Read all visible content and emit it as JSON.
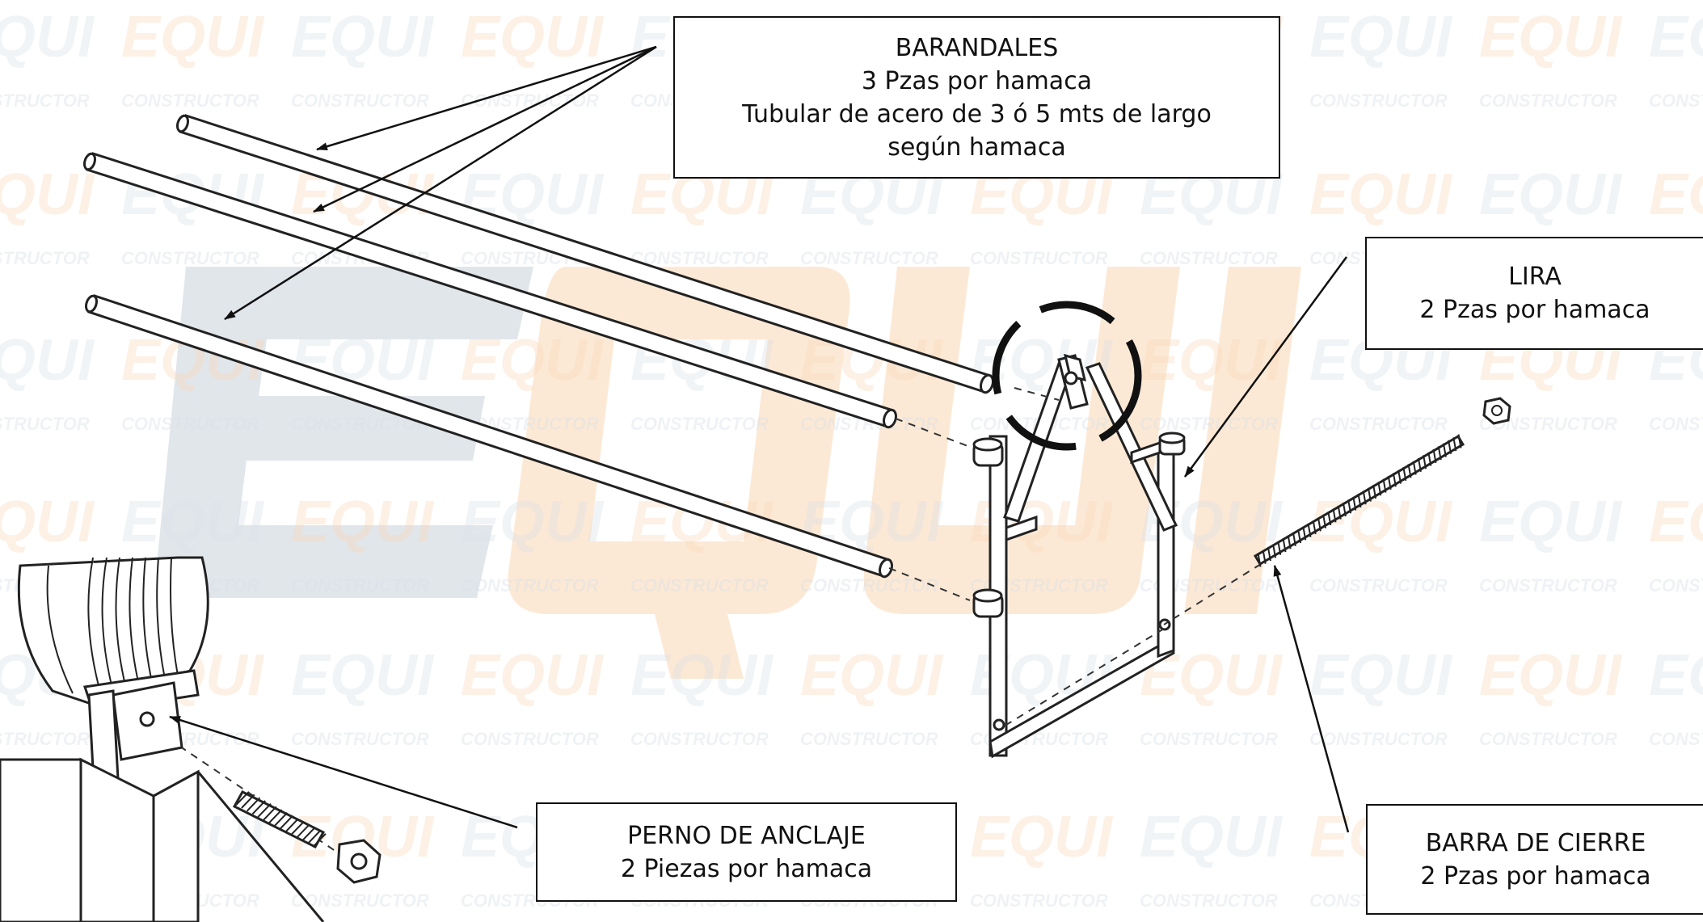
{
  "watermark": {
    "brand": "EQUI",
    "subtitle": "CONSTRUCTOR",
    "colors": {
      "brand_orange": "#f6b47a",
      "brand_gray": "#b9c6d2"
    }
  },
  "labels": {
    "barandales": {
      "title": "BARANDALES",
      "line1": "3 Pzas por hamaca",
      "line2": "Tubular de acero de 3 ó 5 mts de largo",
      "line3": "según hamaca"
    },
    "lira": {
      "title": "LIRA",
      "line1": "2 Pzas por hamaca"
    },
    "perno": {
      "title": "PERNO DE ANCLAJE",
      "line1": "2 Piezas por hamaca"
    },
    "barra": {
      "title": "BARRA DE CIERRE",
      "line1": "2 Pzas por hamaca"
    }
  }
}
